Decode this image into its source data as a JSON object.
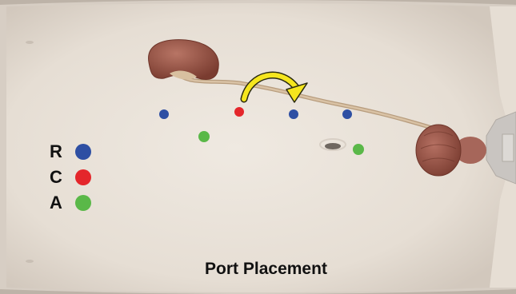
{
  "caption": "Port Placement",
  "legend": [
    {
      "letter": "R",
      "color": "#2e4fa3"
    },
    {
      "letter": "C",
      "color": "#e4262b"
    },
    {
      "letter": "A",
      "color": "#5ab848"
    }
  ],
  "colors": {
    "skin": "#ece5dc",
    "skin_shadow": "#cfc6bb",
    "kidney": "#8a4a3c",
    "ureter": "#c6ab8a",
    "bladder": "#8b4c3d",
    "arrow": "#f5e61e",
    "port_robot": "#2e4fa3",
    "port_camera": "#e4262b",
    "port_assist": "#5ab848"
  }
}
